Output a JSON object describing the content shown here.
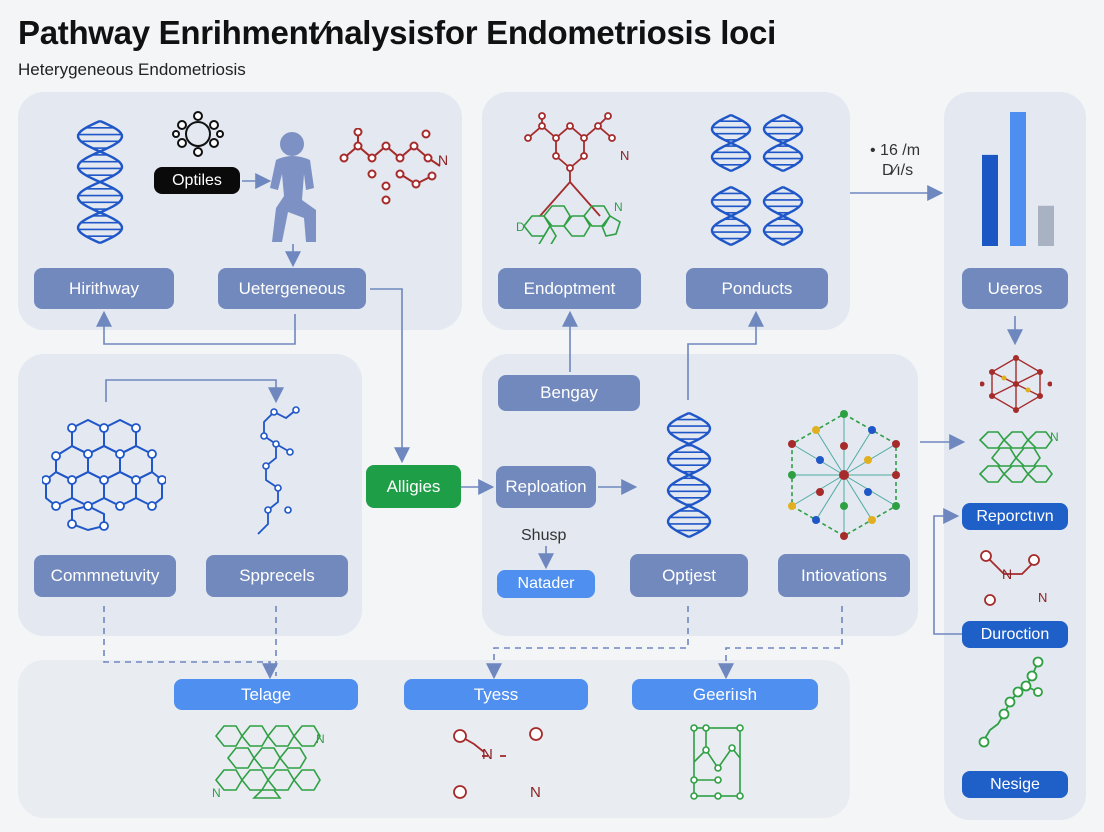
{
  "title": "Pathway Enrihment⁄nalysisfor Endometriosis loci",
  "subtitle": "Heterygeneous Endometriosis",
  "labels": {
    "optiles": "Optiles",
    "hirithway": "Hirithway",
    "uetero": "Uetergeneous",
    "endopt": "Endoptment",
    "ponducts": "Ponducts",
    "ueeros": "Ueeros",
    "stat1": "• 16 /m",
    "stat2": "D⁄ı/s",
    "bengay": "Bengay",
    "alligies": "Alligies",
    "reploation": "Reploation",
    "shusp": "Shusp",
    "natader": "Natader",
    "optjest": "Optjest",
    "intiovations": "Intiovations",
    "connect": "Commnetuvity",
    "sppre": "Spprecels",
    "reporc": "Reporctıvn",
    "duroc": "Duroction",
    "nesige": "Nesige",
    "telage": "Telage",
    "tyess": "Tyess",
    "geerish": "Geeriısh",
    "n_mark": "N",
    "d_mark": "D"
  },
  "bar_chart": {
    "values": [
      0.68,
      1.0,
      0.3
    ],
    "colors": [
      "#1a56c4",
      "#4d8ef0",
      "#a9b2c2"
    ]
  },
  "colors": {
    "dna": "#1f56c8",
    "red": "#a62b2b",
    "green": "#2ea043",
    "slate": "#7289bd",
    "arrow": "#6f87bf"
  }
}
